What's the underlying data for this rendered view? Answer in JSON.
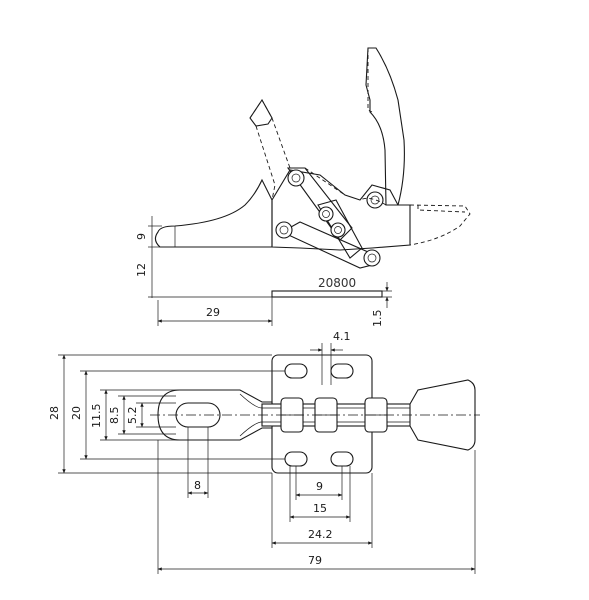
{
  "part_number": "20800",
  "dimensions": {
    "side_9": "9",
    "side_12": "12",
    "side_29": "29",
    "side_1_5": "1.5",
    "top_4_1": "4.1",
    "top_28": "28",
    "top_20": "20",
    "top_11_5": "11.5",
    "top_8_5": "8.5",
    "top_5_2": "5.2",
    "top_8": "8",
    "top_9": "9",
    "top_15": "15",
    "top_24_2": "24.2",
    "top_79": "79"
  }
}
